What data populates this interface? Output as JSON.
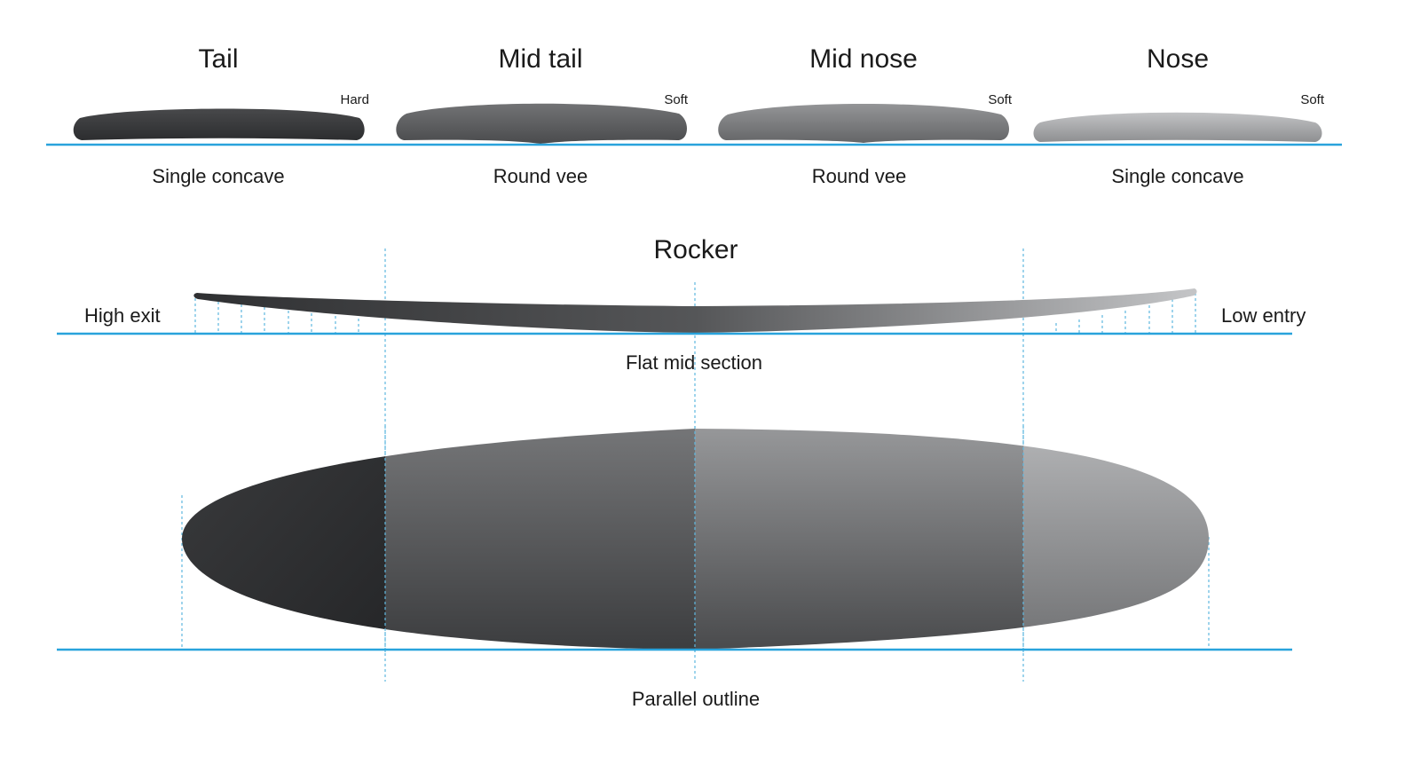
{
  "colors": {
    "baseline": "#29a3dc",
    "board_dark": "#2f3032",
    "board_light": "#b0b1b3"
  },
  "cross_sections": [
    {
      "title": "Tail",
      "rail": "Hard",
      "concave": "Single concave"
    },
    {
      "title": "Mid tail",
      "rail": "Soft",
      "concave": "Round vee"
    },
    {
      "title": "Mid nose",
      "rail": "Soft",
      "concave": "Round vee"
    },
    {
      "title": "Nose",
      "rail": "Soft",
      "concave": "Single concave"
    }
  ],
  "rocker": {
    "title": "Rocker",
    "left_label": "High exit",
    "right_label": "Low entry",
    "mid_label": "Flat mid section"
  },
  "outline": {
    "label": "Parallel outline"
  }
}
